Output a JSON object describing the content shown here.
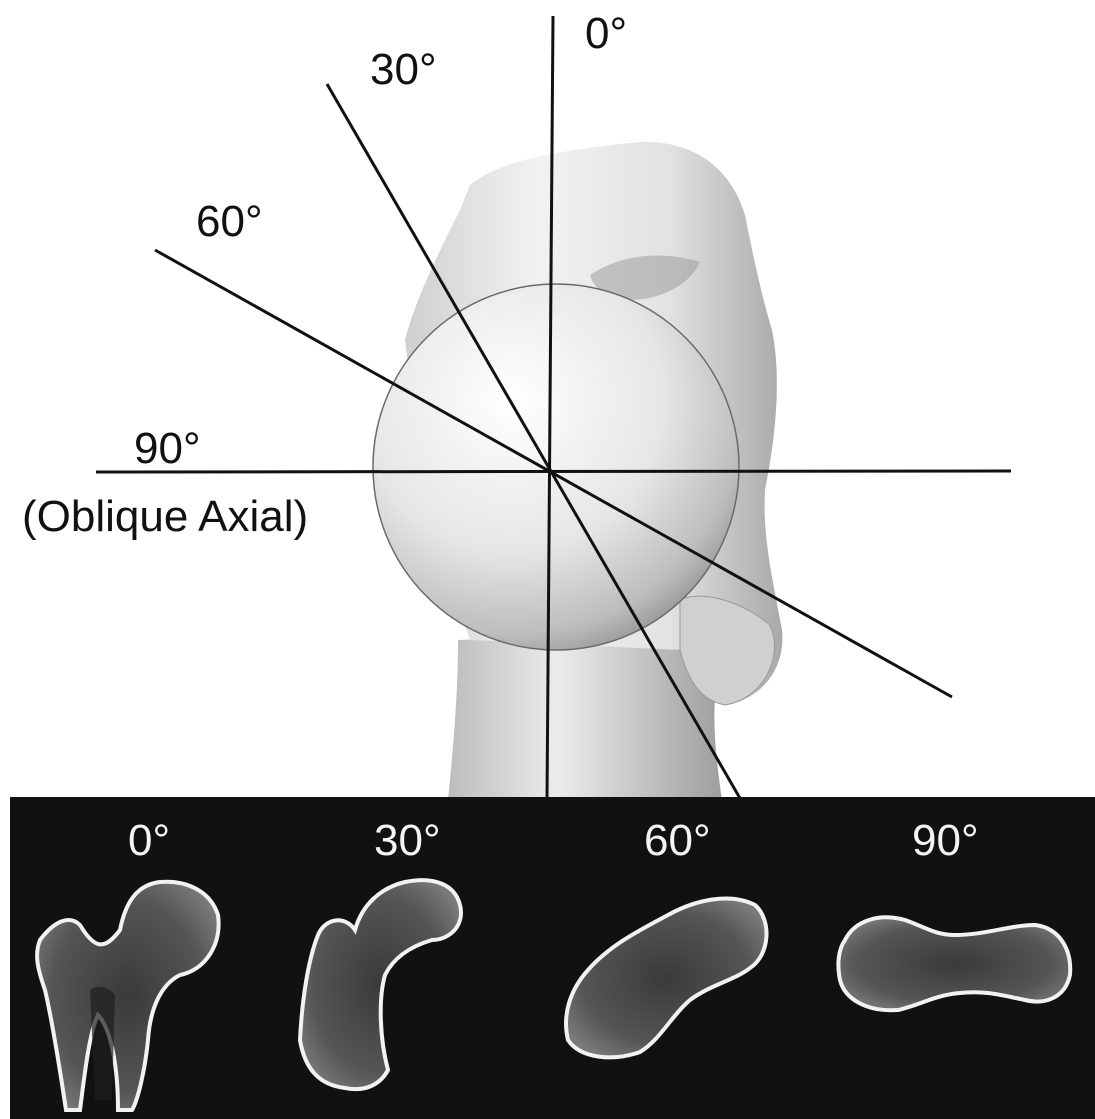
{
  "top_view": {
    "angle_labels": {
      "deg0": "0°",
      "deg30": "30°",
      "deg60": "60°",
      "deg90": "90°",
      "deg90_note": "(Oblique Axial)"
    },
    "line_color": "#111111"
  },
  "bottom_panel": {
    "background": "#111111",
    "sections": [
      {
        "label": "0°"
      },
      {
        "label": "30°"
      },
      {
        "label": "60°"
      },
      {
        "label": "90°"
      }
    ]
  }
}
